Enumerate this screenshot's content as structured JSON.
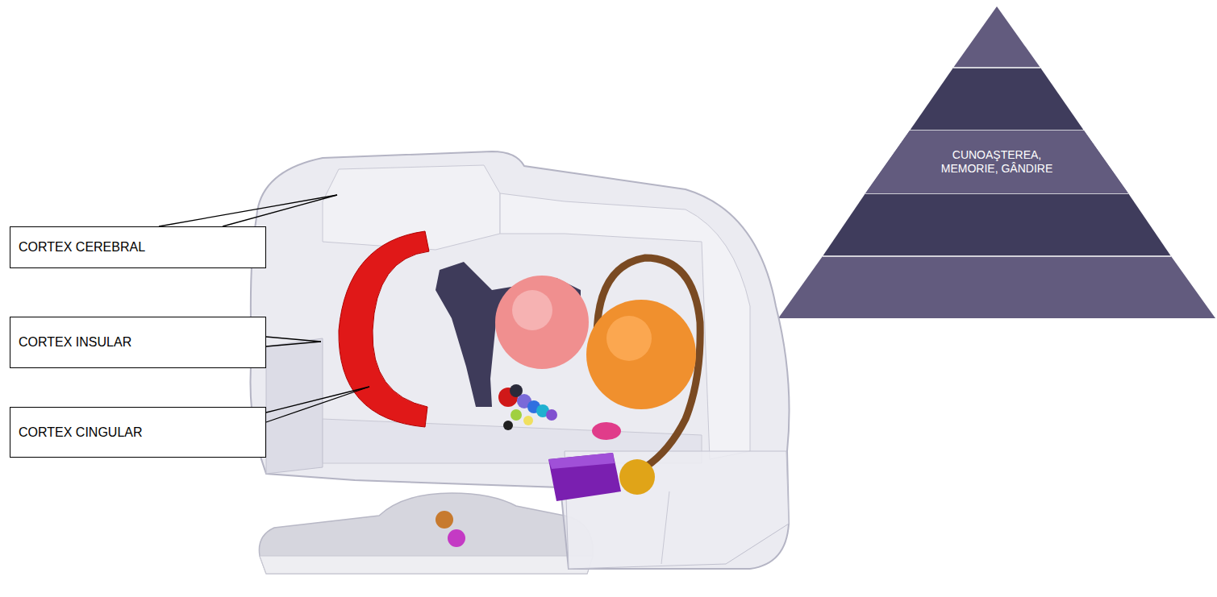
{
  "diagram": {
    "nodes": [
      {
        "text": [
          "CORTEX CEREBRAL"
        ]
      },
      {
        "text": [
          "CORTEX INSULAR"
        ]
      },
      {
        "text": [
          "CORTEX CINGULAR"
        ]
      },
      {
        "text": [
          "CUNOAŞTEREA, MEMORIE, GÂNDIRE"
        ]
      }
    ],
    "edges": []
  }
}
